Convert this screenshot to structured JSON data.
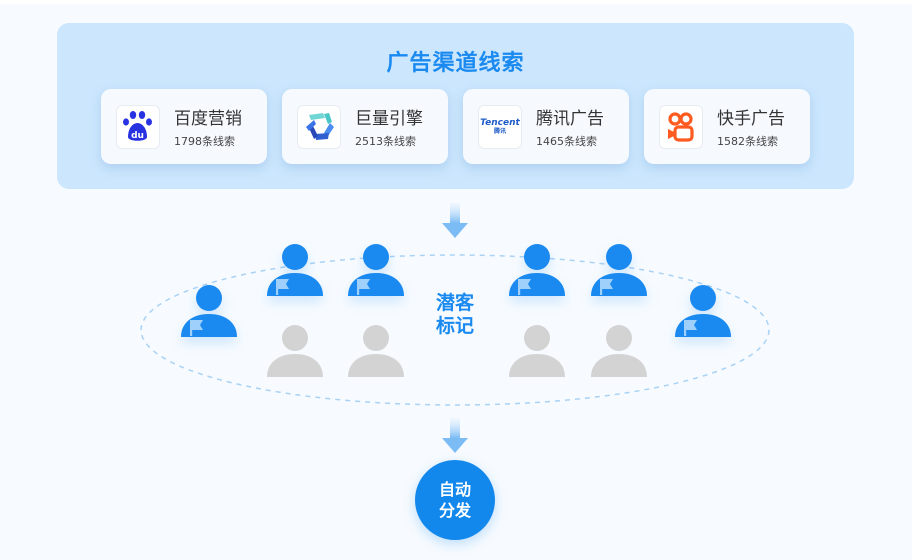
{
  "channels": {
    "title": "广告渠道线索",
    "items": [
      {
        "name": "百度营销",
        "count": "1798条线索",
        "logo": "baidu-paw-icon",
        "color": "#2932e1"
      },
      {
        "name": "巨量引擎",
        "count": "2513条线索",
        "logo": "oceanengine-icon",
        "color": "#3c6fe6"
      },
      {
        "name": "腾讯广告",
        "count": "1465条线索",
        "logo": "tencent-icon",
        "color": "#1f5cc8",
        "logo_text": "Tencent",
        "logo_subtext": "腾讯"
      },
      {
        "name": "快手广告",
        "count": "1582条线索",
        "logo": "kuaishou-icon",
        "color": "#ff5a1f"
      }
    ]
  },
  "lead_marking": {
    "label_line1": "潜客",
    "label_line2": "标记",
    "marked_people": 6,
    "unmarked_people": 4,
    "marked_color": "#1a8af0",
    "unmarked_color": "#d3d3d3"
  },
  "distribution": {
    "label_line1": "自动",
    "label_line2": "分发"
  },
  "colors": {
    "accent": "#1a8af0",
    "panel": "#cbe6fd"
  }
}
